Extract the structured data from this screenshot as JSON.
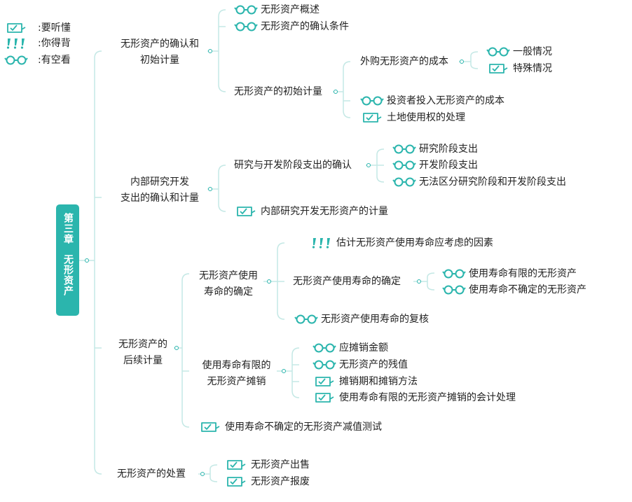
{
  "colors": {
    "accent": "#2bb5ad",
    "line": "#c4e8e5"
  },
  "legend": [
    {
      "icon": "book-icon",
      "label": "要听懂"
    },
    {
      "icon": "exclaim-icon",
      "label": "你得背"
    },
    {
      "icon": "glasses-icon",
      "label": "有空看"
    }
  ],
  "root": {
    "line1": "第三章",
    "line2": "无形资产"
  },
  "b1": {
    "title1": "无形资产的确认和",
    "title2": "初始计量",
    "leaf1": "无形资产概述",
    "leaf2": "无形资产的确认条件",
    "sub": "无形资产的初始计量",
    "subsub": "外购无形资产的成本",
    "leaf3": "一般情况",
    "leaf4": "特殊情况",
    "leaf5": "投资者投入无形资产的成本",
    "leaf6": "土地使用权的处理"
  },
  "b2": {
    "title1": "内部研究开发",
    "title2": "支出的确认和计量",
    "sub": "研究与开发阶段支出的确认",
    "leaf1": "研究阶段支出",
    "leaf2": "开发阶段支出",
    "leaf3": "无法区分研究阶段和开发阶段支出",
    "leaf4": "内部研究开发无形资产的计量"
  },
  "b3": {
    "title1": "无形资产的",
    "title2": "后续计量",
    "sub1_1": "无形资产使用",
    "sub1_2": "寿命的确定",
    "leaf1": "估计无形资产使用寿命应考虑的因素",
    "subsub": "无形资产使用寿命的确定",
    "leaf2": "使用寿命有限的无形资产",
    "leaf3": "使用寿命不确定的无形资产",
    "leaf4": "无形资产使用寿命的复核",
    "sub2_1": "使用寿命有限的",
    "sub2_2": "无形资产摊销",
    "leaf5": "应摊销金额",
    "leaf6": "无形资产的残值",
    "leaf7": "摊销期和摊销方法",
    "leaf8": "使用寿命有限的无形资产摊销的会计处理",
    "leaf9": "使用寿命不确定的无形资产减值测试"
  },
  "b4": {
    "title": "无形资产的处置",
    "leaf1": "无形资产出售",
    "leaf2": "无形资产报废"
  }
}
